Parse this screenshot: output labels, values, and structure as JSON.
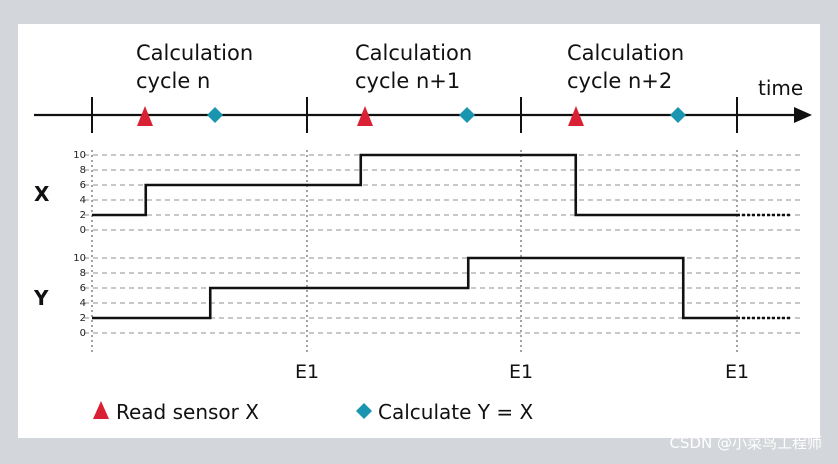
{
  "colors": {
    "background": "#d3d6da",
    "panel": "#ffffff",
    "ink": "#111111",
    "read_marker": "#d92034",
    "calc_marker": "#1a95b0",
    "grid": "#a7a7a7",
    "watermark": "#ffffff"
  },
  "timeline": {
    "axis_label": "time",
    "cycles": [
      {
        "line1": "Calculation",
        "line2": "cycle n"
      },
      {
        "line1": "Calculation",
        "line2": "cycle n+1"
      },
      {
        "line1": "Calculation",
        "line2": "cycle n+2"
      }
    ],
    "marker_icons": [
      "triangle-icon",
      "diamond-icon"
    ]
  },
  "signals": {
    "x_label": "X",
    "y_label": "Y",
    "ticks": [
      "10",
      "8",
      "6",
      "4",
      "2",
      "0"
    ],
    "x_steps": [
      [
        0,
        2
      ],
      [
        0.5,
        6
      ],
      [
        2.5,
        10
      ],
      [
        4.5,
        2
      ],
      [
        6,
        2
      ]
    ],
    "y_steps": [
      [
        0,
        2
      ],
      [
        1.1,
        6
      ],
      [
        3.5,
        10
      ],
      [
        5.5,
        2
      ],
      [
        6,
        2
      ]
    ]
  },
  "events": {
    "labels": [
      "E1",
      "E1",
      "E1"
    ]
  },
  "legend": {
    "read_label": "Read sensor X",
    "calc_label": "Calculate Y = X"
  },
  "watermark": "CSDN @小菜鸟工程师"
}
